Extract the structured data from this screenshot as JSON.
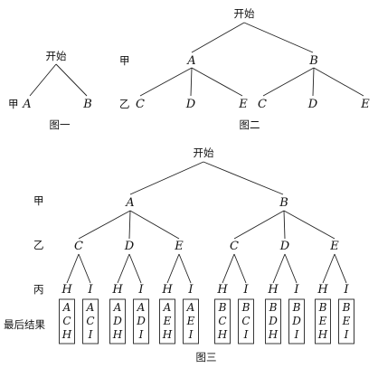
{
  "labels": {
    "start": "开始",
    "player1": "甲",
    "player2": "乙",
    "player3": "丙",
    "final": "最后结果"
  },
  "captions": {
    "fig1": "图一",
    "fig2": "图二",
    "fig3": "图三"
  },
  "figure1": {
    "nodes": [
      "A",
      "B"
    ]
  },
  "figure2": {
    "level1": [
      "A",
      "B"
    ],
    "level2": [
      [
        "C",
        "D",
        "E"
      ],
      [
        "C",
        "D",
        "E"
      ]
    ]
  },
  "figure3": {
    "level1": [
      "A",
      "B"
    ],
    "level2": [
      [
        "C",
        "D",
        "E"
      ],
      [
        "C",
        "D",
        "E"
      ]
    ],
    "level3": [
      "H",
      "I"
    ]
  }
}
